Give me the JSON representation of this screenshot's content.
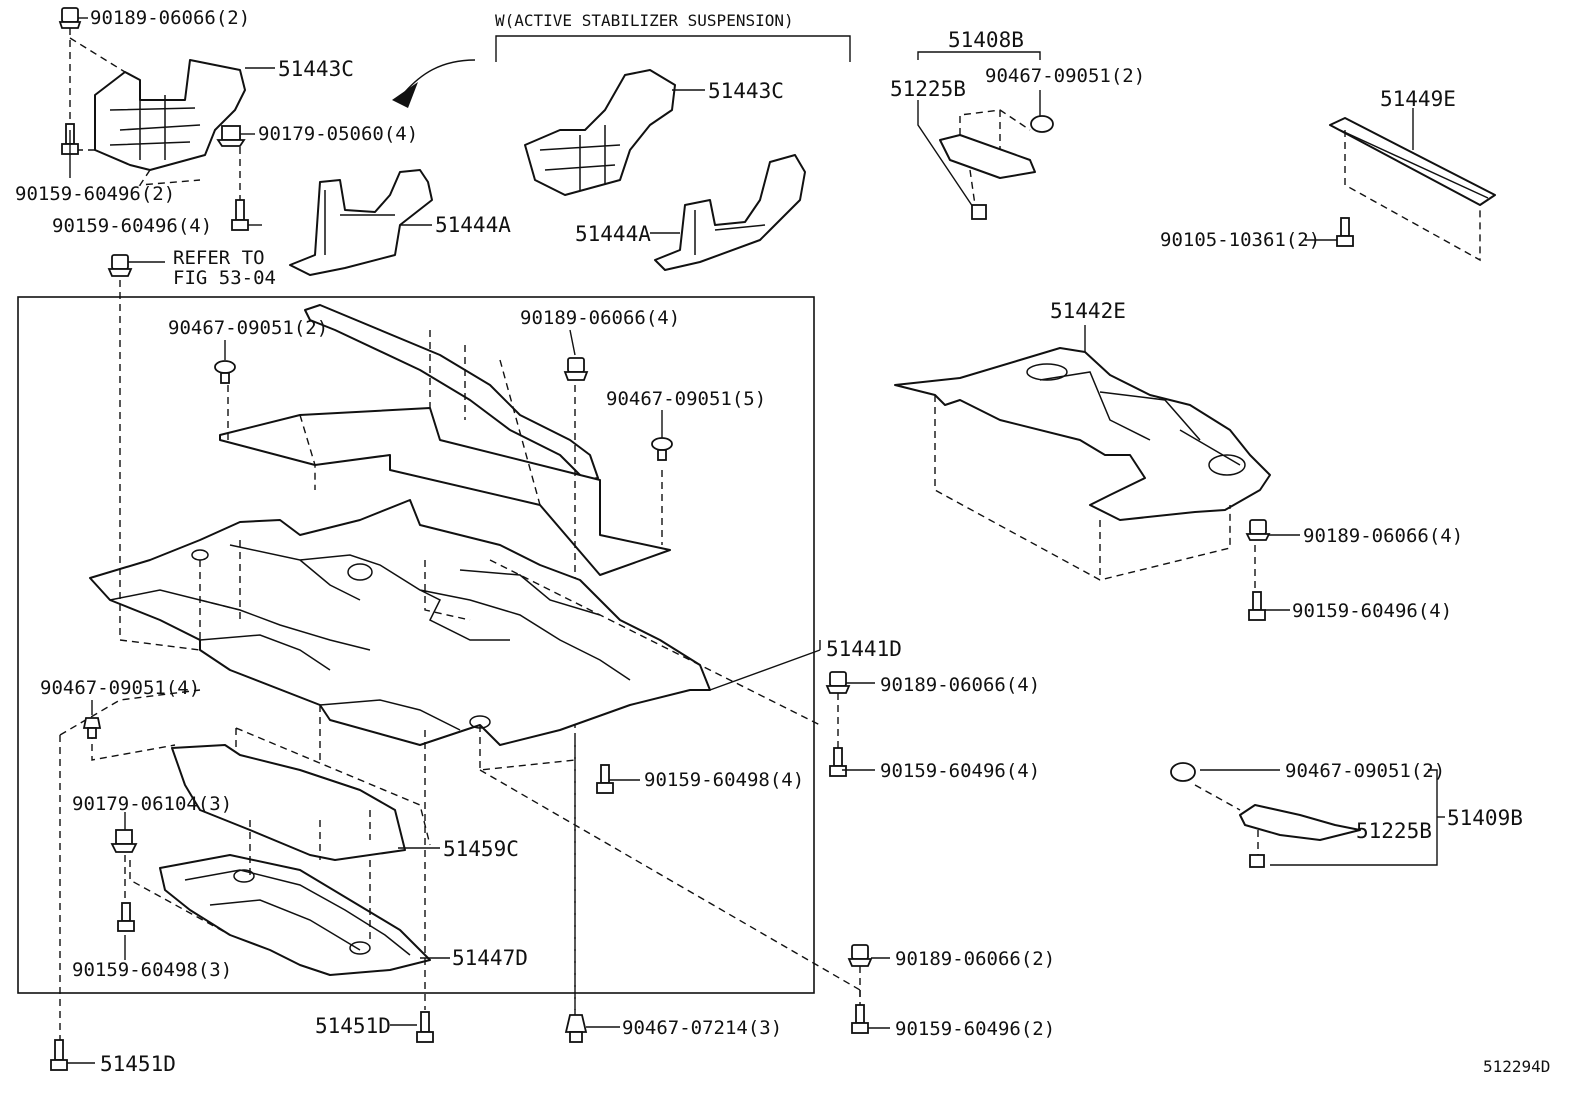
{
  "labels": {
    "variant_note": "W(ACTIVE STABILIZER SUSPENSION)",
    "p_51443c_left": "51443C",
    "p_51443c_right": "51443C",
    "p_51444a_left": "51444A",
    "p_51444a_right": "51444A",
    "p_51408b": "51408B",
    "p_51225b_top": "51225B",
    "p_51449e": "51449E",
    "p_51442e": "51442E",
    "p_51441d": "51441D",
    "p_51459c": "51459C",
    "p_51447d": "51447D",
    "p_51451d_center": "51451D",
    "p_51451d_left": "51451D",
    "p_51409b": "51409B",
    "p_51225b_bottom": "51225B",
    "f_90189_06066_2_top": "90189-06066(2)",
    "f_90179_05060_4": "90179-05060(4)",
    "f_90159_60496_2_left": "90159-60496(2)",
    "f_90159_60496_4_left": "90159-60496(4)",
    "refer_to_line1": "REFER TO",
    "refer_to_line2": "FIG 53-04",
    "f_90467_09051_2_top": "90467-09051(2)",
    "f_90105_10361_2": "90105-10361(2)",
    "f_90467_09051_2_box": "90467-09051(2)",
    "f_90189_06066_4_box": "90189-06066(4)",
    "f_90467_09051_5": "90467-09051(5)",
    "f_90189_06066_4_right": "90189-06066(4)",
    "f_90159_60496_4_right": "90159-60496(4)",
    "f_90189_06066_4_mid": "90189-06066(4)",
    "f_90159_60496_4_mid": "90159-60496(4)",
    "f_90467_09051_4": "90467-09051(4)",
    "f_90159_60498_4": "90159-60498(4)",
    "f_90179_06104_3": "90179-06104(3)",
    "f_90159_60498_3": "90159-60498(3)",
    "f_90189_06066_2_bottom": "90189-06066(2)",
    "f_90159_60496_2_bottom": "90159-60496(2)",
    "f_90467_07214_3": "90467-07214(3)",
    "f_90467_09051_2_right": "90467-09051(2)",
    "diagram_id": "512294D"
  }
}
